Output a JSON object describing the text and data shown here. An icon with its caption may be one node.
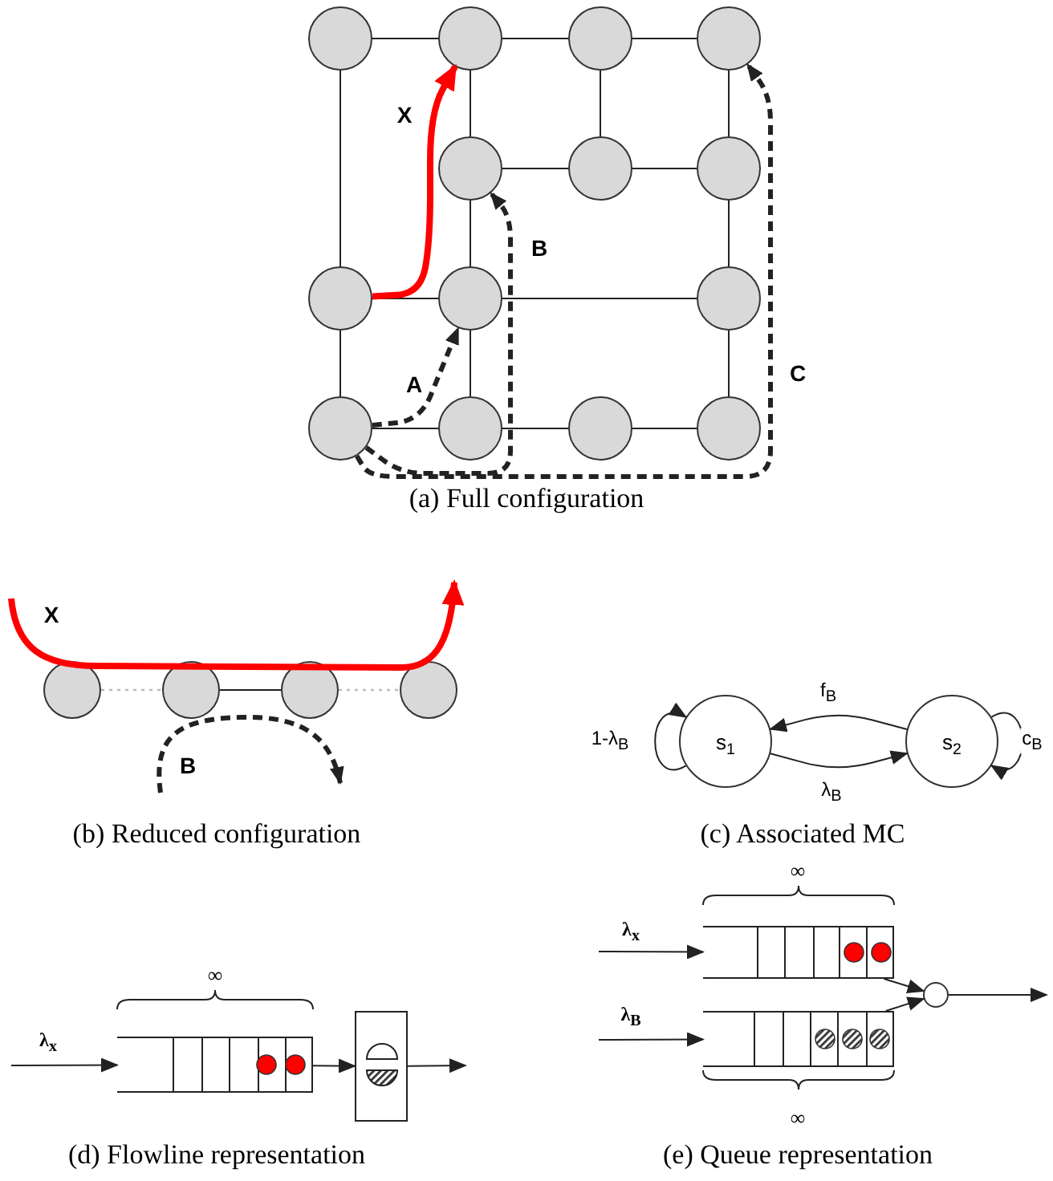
{
  "diagram": {
    "nodes": [
      {
        "text": [],
        "shape": "circle"
      },
      {
        "text": [],
        "shape": "circle"
      },
      {
        "text": [],
        "shape": "circle"
      },
      {
        "text": [],
        "shape": "circle"
      },
      {
        "text": [],
        "shape": "circle"
      },
      {
        "text": [],
        "shape": "circle"
      },
      {
        "text": [],
        "shape": "circle"
      },
      {
        "text": [],
        "shape": "circle"
      },
      {
        "text": [],
        "shape": "circle"
      },
      {
        "text": [],
        "shape": "circle"
      },
      {
        "text": [],
        "shape": "circle"
      },
      {
        "text": [],
        "shape": "circle"
      },
      {
        "text": [],
        "shape": "circle"
      },
      {
        "text": [],
        "shape": "circle"
      },
      {
        "text": [],
        "shape": "circle"
      },
      {
        "text": [],
        "shape": "circle"
      },
      {
        "text": [],
        "shape": "circle"
      },
      {
        "text": [],
        "shape": "circle"
      },
      {
        "text": [
          "s$_{1}$"
        ]
      },
      {
        "text": [
          "s$_{2}$"
        ]
      },
      {
        "text": [],
        "shape": "box"
      },
      {
        "text": [],
        "shape": "box"
      },
      {
        "text": [],
        "shape": "box"
      },
      {
        "text": [],
        "shape": "box"
      },
      {
        "text": [],
        "shape": "circle"
      }
    ],
    "edges": [
      {
        "from": 0,
        "to": 1,
        "arrow": "none"
      },
      {
        "from": 1,
        "to": 2,
        "arrow": "none"
      },
      {
        "from": 2,
        "to": 3,
        "arrow": "none"
      },
      {
        "from": 0,
        "to": 7,
        "arrow": "none"
      },
      {
        "from": 1,
        "to": 4,
        "arrow": "none"
      },
      {
        "from": 2,
        "to": 5,
        "arrow": "none"
      },
      {
        "from": 3,
        "to": 6,
        "arrow": "none"
      },
      {
        "from": 4,
        "to": 5,
        "arrow": "none"
      },
      {
        "from": 5,
        "to": 6,
        "arrow": "none"
      },
      {
        "from": 4,
        "to": 8,
        "arrow": "none"
      },
      {
        "from": 6,
        "to": 9,
        "arrow": "none"
      },
      {
        "from": 7,
        "to": 8,
        "arrow": "none"
      },
      {
        "from": 8,
        "to": 9,
        "arrow": "none"
      },
      {
        "from": 7,
        "to": 10,
        "arrow": "none"
      },
      {
        "from": 8,
        "to": 11,
        "arrow": "none"
      },
      {
        "from": 9,
        "to": 13,
        "arrow": "none"
      },
      {
        "from": 10,
        "to": 11,
        "arrow": "none"
      },
      {
        "from": 11,
        "to": 12,
        "arrow": "none"
      },
      {
        "from": 12,
        "to": 13,
        "arrow": "none"
      },
      {
        "from": 7,
        "to": 1,
        "arrow": "to",
        "label": "X",
        "style": "thick",
        "color": "#ff0000"
      },
      {
        "from": 10,
        "to": 8,
        "arrow": "to",
        "label": "A",
        "style": "dashed"
      },
      {
        "from": 10,
        "to": 4,
        "arrow": "to",
        "label": "B",
        "style": "dashed"
      },
      {
        "from": 10,
        "to": 3,
        "arrow": "to",
        "label": "C",
        "style": "dashed"
      },
      {
        "from": 14,
        "to": 15,
        "arrow": "none",
        "style": "dashed",
        "color": "#bbbbbb"
      },
      {
        "from": 15,
        "to": 16,
        "arrow": "none"
      },
      {
        "from": 16,
        "to": 17,
        "arrow": "none",
        "style": "dashed",
        "color": "#bbbbbb"
      },
      {
        "from": 19,
        "to": 18,
        "arrow": "to",
        "label": "f$_{B}$"
      },
      {
        "from": 18,
        "to": 19,
        "arrow": "to",
        "label": "λ$_{B}$"
      },
      {
        "from": 18,
        "to": 18,
        "arrow": "to",
        "label": "1-λ$_{B}$"
      },
      {
        "from": 19,
        "to": 19,
        "arrow": "to",
        "label": "c$_{B}$"
      },
      {
        "from": null,
        "to": 20,
        "arrow": "to",
        "label": "λ$_{x}$"
      },
      {
        "from": 20,
        "to": 21,
        "arrow": "to"
      },
      {
        "from": 21,
        "to": null,
        "arrow": "to"
      },
      {
        "from": null,
        "to": 22,
        "arrow": "to",
        "label": "λ$_{x}$"
      },
      {
        "from": null,
        "to": 23,
        "arrow": "to",
        "label": "λ$_{B}$"
      },
      {
        "from": 22,
        "to": 24,
        "arrow": "to"
      },
      {
        "from": 23,
        "to": 24,
        "arrow": "to"
      },
      {
        "from": 24,
        "to": null,
        "arrow": "to"
      }
    ],
    "labels": [
      "(a) Full configuration",
      "X",
      "B",
      "(b) Reduced configuration",
      "(c) Associated MC",
      "∞",
      "∞",
      "∞",
      "(d) Flowline representation",
      "(e) Queue representation"
    ]
  }
}
